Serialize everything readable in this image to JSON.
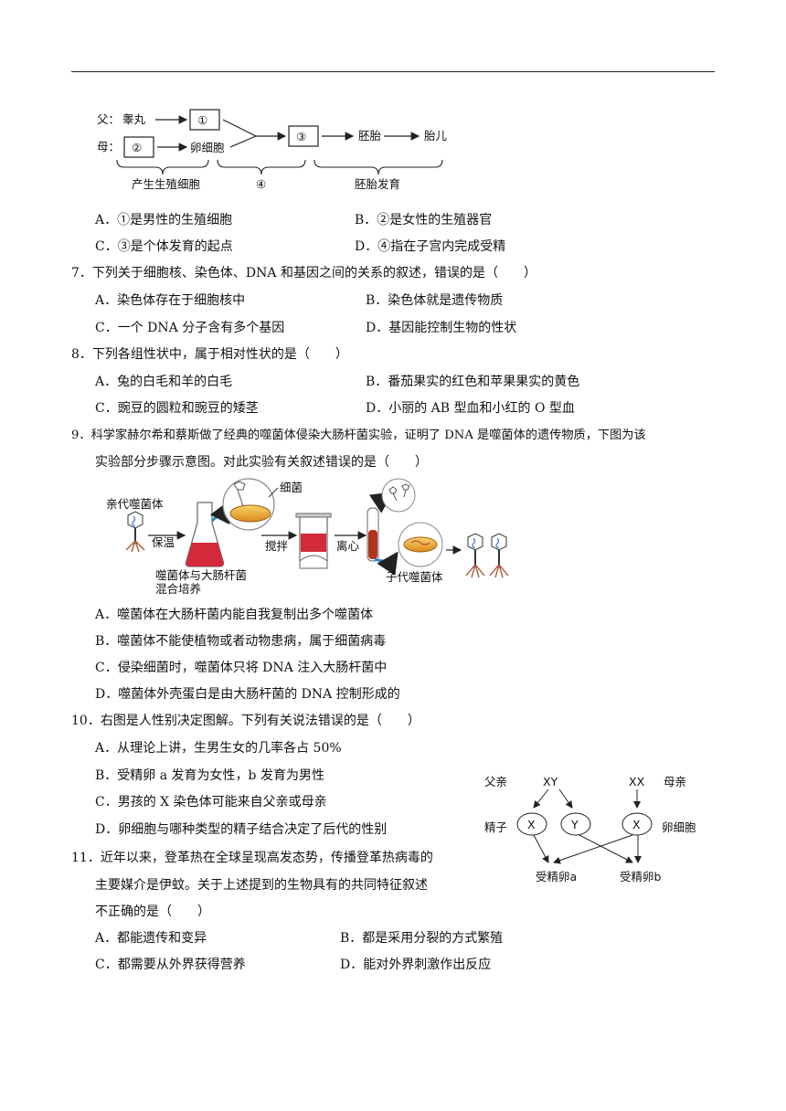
{
  "diagram6": {
    "father": "父：",
    "testis": "睾丸",
    "box1": "①",
    "mother": "母：",
    "box2": "②",
    "egg": "卵细胞",
    "box3": "③",
    "embryo": "胚胎",
    "fetus": "胎儿",
    "brace1": "产生生殖细胞",
    "brace2": "④",
    "brace3": "胚胎发育"
  },
  "q6": {
    "a": "A．①是男性的生殖细胞",
    "b": "B．②是女性的生殖器官",
    "c": "C．③是个体发育的起点",
    "d": "D．④指在子宫内完成受精"
  },
  "q7": {
    "stem": "7．下列关于细胞核、染色体、DNA 和基因之间的关系的叙述，错误的是（　　）",
    "a": "A．染色体存在于细胞核中",
    "b": "B．染色体就是遗传物质",
    "c": "C．一个 DNA 分子含有多个基因",
    "d": "D．基因能控制生物的性状"
  },
  "q8": {
    "stem": "8．下列各组性状中，属于相对性状的是（　　）",
    "a": "A．兔的白毛和羊的白毛",
    "b": "B．番茄果实的红色和苹果果实的黄色",
    "c": "C．豌豆的圆粒和豌豆的矮茎",
    "d": "D．小丽的 AB 型血和小红的 O 型血"
  },
  "q9": {
    "stem1": "9．科学家赫尔希和蔡斯做了经典的噬菌体侵染大肠杆菌实验，证明了 DNA 是噬菌体的遗传物质，下图为该",
    "stem2": "实验部分步骤示意图。对此实验有关叙述错误的是（　　）",
    "fig": {
      "parent_phage": "亲代噬菌体",
      "incubate": "保温",
      "bacteria": "细菌",
      "mix1": "噬菌体与大肠杆菌",
      "mix2": "混合培养",
      "stir": "搅拌",
      "centrifuge": "离心",
      "offspring": "子代噬菌体"
    },
    "a": "A．噬菌体在大肠杆菌内能自我复制出多个噬菌体",
    "b": "B．噬菌体不能使植物或者动物患病，属于细菌病毒",
    "c": "C．侵染细菌时，噬菌体只将 DNA 注入大肠杆菌中",
    "d": "D．噬菌体外壳蛋白是由大肠杆菌的 DNA 控制形成的"
  },
  "q10": {
    "stem": "10．右图是人性别决定图解。下列有关说法错误的是（　　）",
    "a": "A．从理论上讲，生男生女的几率各占 50%",
    "b": "B．受精卵 a 发育为女性，b 发育为男性",
    "c": "C．男孩的 X 染色体可能来自父亲或母亲",
    "d": "D．卵细胞与哪种类型的精子结合决定了后代的性别",
    "fig": {
      "father": "父亲",
      "xy": "XY",
      "xx": "XX",
      "mother": "母亲",
      "sperm": "精子",
      "x1": "X",
      "y": "Y",
      "x2": "X",
      "egg": "卵细胞",
      "zyg_a": "受精卵a",
      "zyg_b": "受精卵b"
    }
  },
  "q11": {
    "stem1": "11．近年以来，登革热在全球呈现高发态势，传播登革热病毒的",
    "stem2": "主要媒介是伊蚊。关于上述提到的生物具有的共同特征叙述",
    "stem3": "不正确的是（　　）",
    "a": "A．都能遗传和变异",
    "b": "B．都是采用分裂的方式繁殖",
    "c": "C．都需要从外界获得营养",
    "d": "D．能对外界刺激作出反应"
  }
}
